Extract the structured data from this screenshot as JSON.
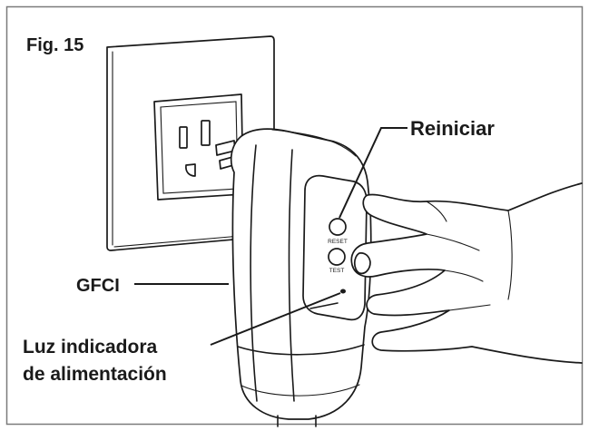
{
  "figure": {
    "label": "Fig. 15"
  },
  "callouts": {
    "reset": "Reiniciar",
    "gfci": "GFCI",
    "indicator_line1": "Luz indicadora",
    "indicator_line2": "de alimentación"
  },
  "device": {
    "reset_text": "RESET",
    "test_text": "TEST"
  },
  "colors": {
    "ink": "#1a1a1a",
    "frame": "#7a7a7a",
    "background": "#ffffff"
  }
}
